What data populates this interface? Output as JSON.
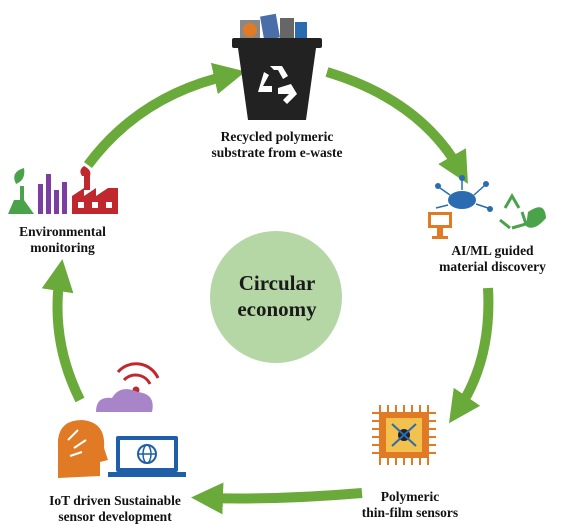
{
  "center": {
    "line1": "Circular",
    "line2": "economy"
  },
  "nodes": {
    "recycled": {
      "line1": "Recycled polymeric",
      "line2": "substrate from e-waste",
      "icon": "recycle-bin-icon"
    },
    "ai_ml": {
      "line1": "AI/ML guided",
      "line2": "material discovery",
      "icon": "ai-network-icon"
    },
    "sensors": {
      "line1": "Polymeric",
      "line2": "thin-film sensors",
      "icon": "chip-icon"
    },
    "iot": {
      "line1": "IoT driven Sustainable",
      "line2": "sensor development",
      "icon": "iot-icon"
    },
    "env": {
      "line1": "Environmental",
      "line2": "monitoring",
      "icon": "factory-icon"
    }
  },
  "colors": {
    "arrow": "#6aaa3a",
    "center_circle": "#b5d6a5",
    "bin": "#222222",
    "chip": "#e07a25",
    "cloud": "#a884c8",
    "monitor": "#1f5fa8",
    "head": "#e07a25",
    "factory": "#c0282e",
    "bars": "#7a3fa0",
    "flask": "#4aa24a"
  }
}
